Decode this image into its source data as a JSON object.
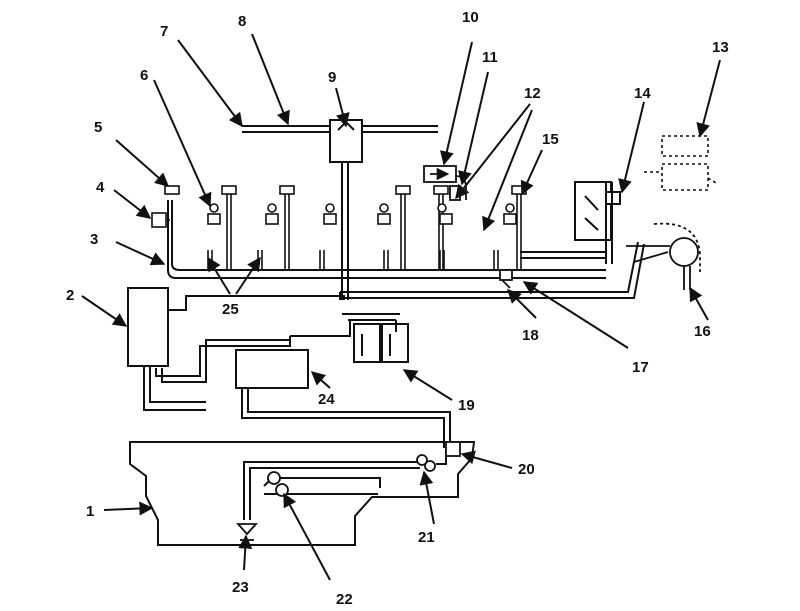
{
  "colors": {
    "ink": "#111111",
    "background": "#ffffff",
    "fill": "#ffffff"
  },
  "callouts": {
    "c1": "1",
    "c2": "2",
    "c3": "3",
    "c4": "4",
    "c5": "5",
    "c6": "6",
    "c7": "7",
    "c8": "8",
    "c9": "9",
    "c10": "10",
    "c11": "11",
    "c12": "12",
    "c13": "13",
    "c14": "14",
    "c15": "15",
    "c16": "16",
    "c17": "17",
    "c18": "18",
    "c19": "19",
    "c20": "20",
    "c21": "21",
    "c22": "22",
    "c23": "23",
    "c24": "24",
    "c25": "25"
  }
}
